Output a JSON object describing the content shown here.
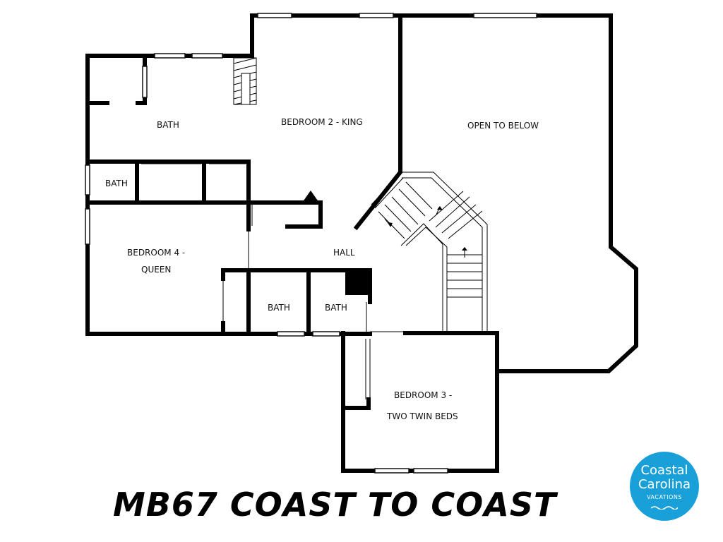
{
  "rooms": {
    "bath_top": "BATH",
    "bedroom2": "BEDROOM 2 - KING",
    "open_to_below": "OPEN TO BELOW",
    "bath_left": "BATH",
    "bedroom4_line1": "BEDROOM 4 -",
    "bedroom4_line2": "QUEEN",
    "hall": "HALL",
    "bath_mid1": "BATH",
    "bath_mid2": "BATH",
    "bedroom3_line1": "BEDROOM 3 -",
    "bedroom3_line2": "TWO TWIN BEDS"
  },
  "title": "MB67 COAST TO COAST",
  "logo": {
    "line1": "Coastal",
    "line2": "Carolina",
    "line3": "VACATIONS",
    "color": "#1aa0d8"
  }
}
